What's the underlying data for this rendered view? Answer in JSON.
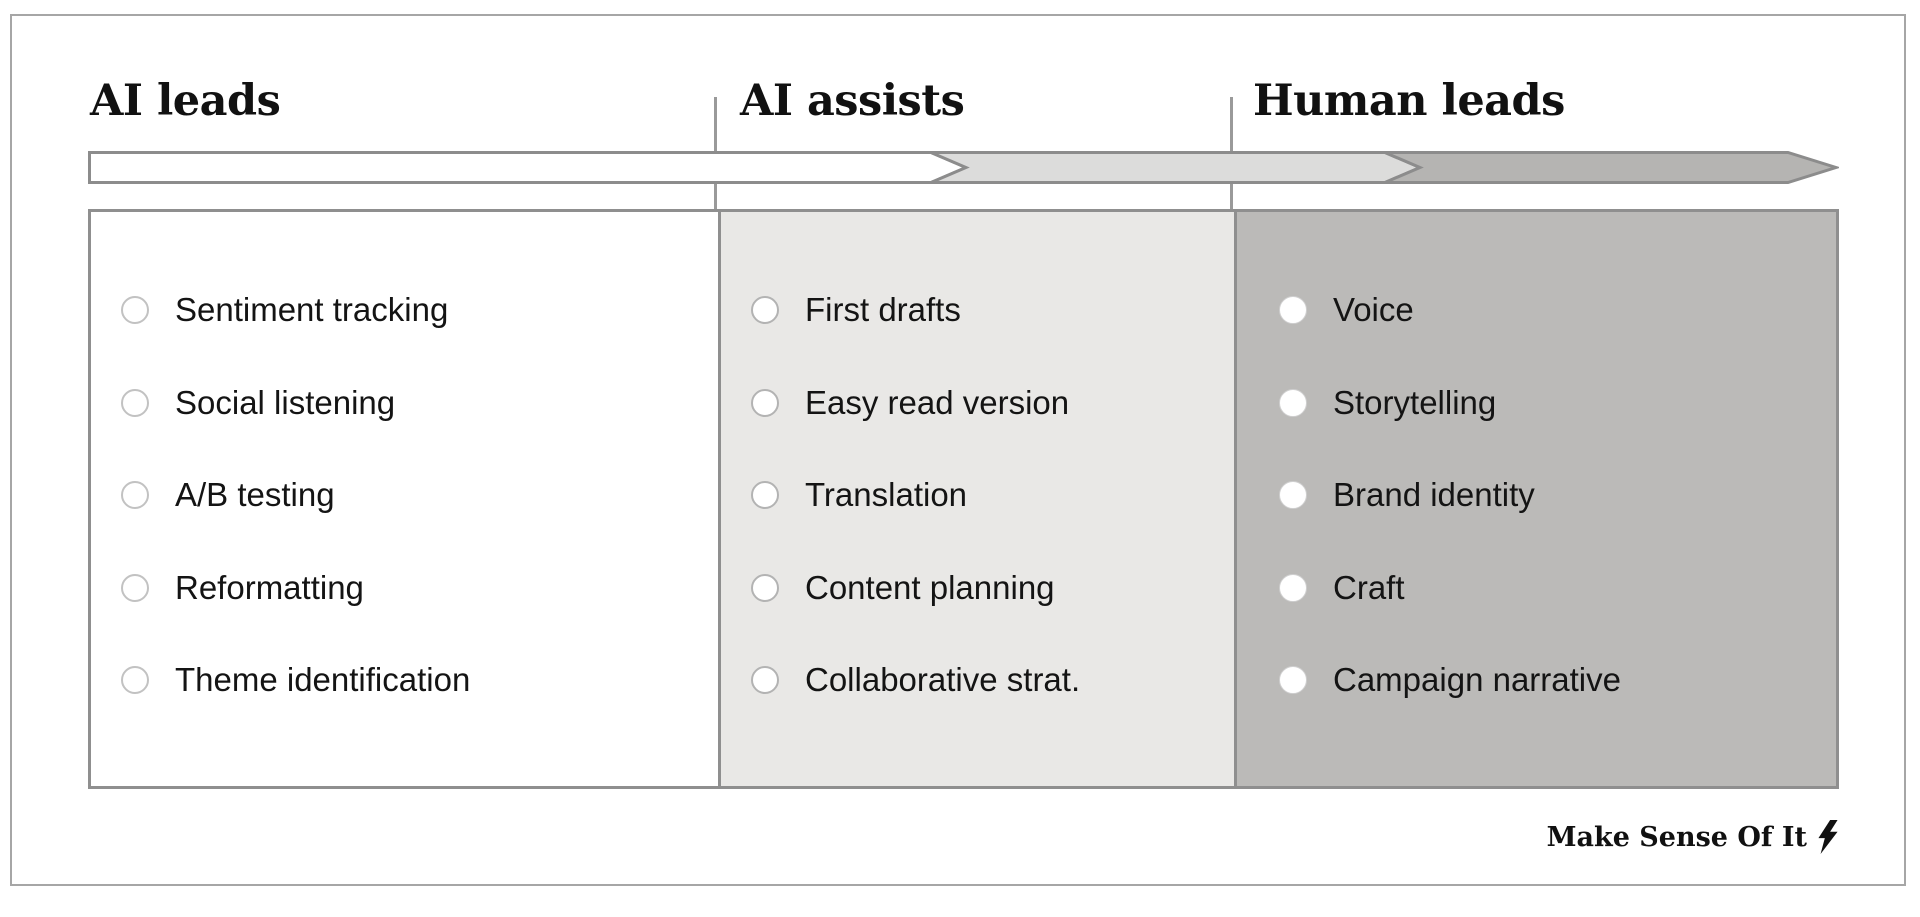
{
  "diagram": {
    "title_hint": "AI-to-human content task spectrum",
    "columns": [
      {
        "header": "AI leads",
        "items": [
          "Sentiment tracking",
          "Social listening",
          "A/B testing",
          "Reformatting",
          "Theme identification"
        ],
        "background": "#ffffff",
        "arrow_segment_color": "#ffffff"
      },
      {
        "header": "AI assists",
        "items": [
          "First drafts",
          "Easy read version",
          "Translation",
          "Content planning",
          "Collaborative strat."
        ],
        "background": "#e9e8e6",
        "arrow_segment_color": "#dcdcdb"
      },
      {
        "header": "Human leads",
        "items": [
          "Voice",
          "Storytelling",
          "Brand identity",
          "Craft",
          "Campaign narrative"
        ],
        "background": "#bbbab8",
        "arrow_segment_color": "#b5b4b2"
      }
    ],
    "arrow": {
      "direction": "left-to-right",
      "border_color": "#8c8c8c"
    },
    "bullet_icon": "circle-bullet-icon"
  },
  "footer": {
    "brand": "Make Sense Of It",
    "brand_icon": "lightning-bolt-icon"
  },
  "colors": {
    "frame_border": "#a6a6a6",
    "matrix_border": "#8f8f8f",
    "text": "#141414"
  }
}
